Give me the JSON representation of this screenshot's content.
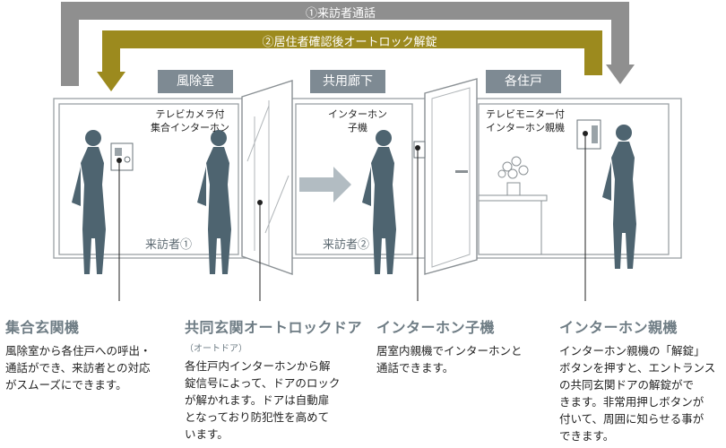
{
  "arrows": {
    "visitor_call": "①来訪者通話",
    "resident_unlock": "②居住者確認後オートロック解錠"
  },
  "zones": [
    "風除室",
    "共用廊下",
    "各住戸"
  ],
  "device_labels": {
    "camera_intercom": [
      "テレビカメラ付",
      "集合インターホン"
    ],
    "intercom_child": [
      "インターホン",
      "子機"
    ],
    "intercom_parent": [
      "テレビモニター付",
      "インターホン親機"
    ]
  },
  "visitors": [
    "来訪者①",
    "来訪者②"
  ],
  "descriptions": [
    {
      "title": "集合玄関機",
      "subtitle": "",
      "lines": [
        "風除室から各住戸への呼出・",
        "通話ができ、来訪者との対応",
        "がスムーズにできます。"
      ]
    },
    {
      "title": "共同玄関オートロックドア",
      "subtitle": "（オートドア）",
      "lines": [
        "各住戸内インターホンから解",
        "錠信号によって、ドアのロック",
        "が解かれます。ドアは自動扉",
        "となっており防犯性を高めて",
        "います。"
      ]
    },
    {
      "title": "インターホン子機",
      "subtitle": "",
      "lines": [
        "居室内親機でインターホンと",
        "通話できます。"
      ]
    },
    {
      "title": "インターホン親機",
      "subtitle": "",
      "lines": [
        "インターホン親機の「解錠」",
        "ボタンを押すと、エントランス",
        "の共同玄関ドアの解錠がで",
        "きます。非常用押しボタンが",
        "付いて、周囲に知らせる事が",
        "できます。"
      ]
    }
  ],
  "colors": {
    "gray_arrow": "#8f8f8f",
    "gold_arrow": "#9c8a1e",
    "zone_label_bg": "#7e8a93",
    "silhouette": "#4e6470",
    "heading": "#6e7c84"
  }
}
